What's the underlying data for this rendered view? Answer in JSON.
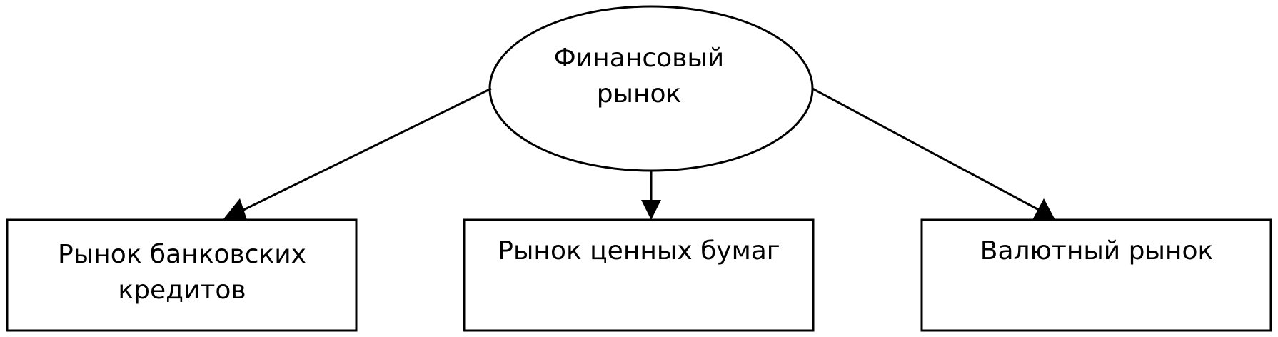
{
  "root": {
    "label": "Финансовый\nрынок"
  },
  "children": [
    {
      "label": "Рынок банковских\nкредитов"
    },
    {
      "label": "Рынок ценных бумаг"
    },
    {
      "label": "Валютный рынок"
    }
  ],
  "colors": {
    "stroke": "#000000",
    "fill": "#ffffff",
    "text": "#000000"
  }
}
